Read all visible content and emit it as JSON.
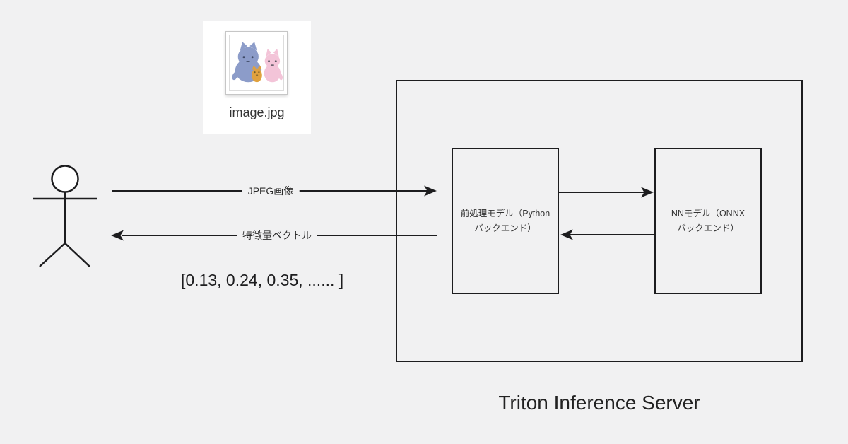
{
  "canvas": {
    "background_color": "#f1f1f2",
    "line_color": "#1d1d1f"
  },
  "file_card": {
    "filename": "image.jpg",
    "illustration": {
      "name": "three-cats-drawing",
      "colors": {
        "blue_cat": "#8C9CC9",
        "pink_cat": "#F3C4D8",
        "orange_cat": "#E0A13E"
      }
    }
  },
  "actor": {
    "name": "client-user-stick-figure"
  },
  "flows": {
    "request_label": "JPEG画像",
    "response_label": "特徴量ベクトル"
  },
  "feature_vector": "[0.13, 0.24, 0.35, ...... ]",
  "server": {
    "title": "Triton Inference Server",
    "nodes": [
      {
        "name": "preprocess-model",
        "lines": [
          "前処理モデル（Python",
          "バックエンド）"
        ]
      },
      {
        "name": "nn-model",
        "lines": [
          "NNモデル（ONNX",
          "バックエンド）"
        ]
      }
    ]
  }
}
